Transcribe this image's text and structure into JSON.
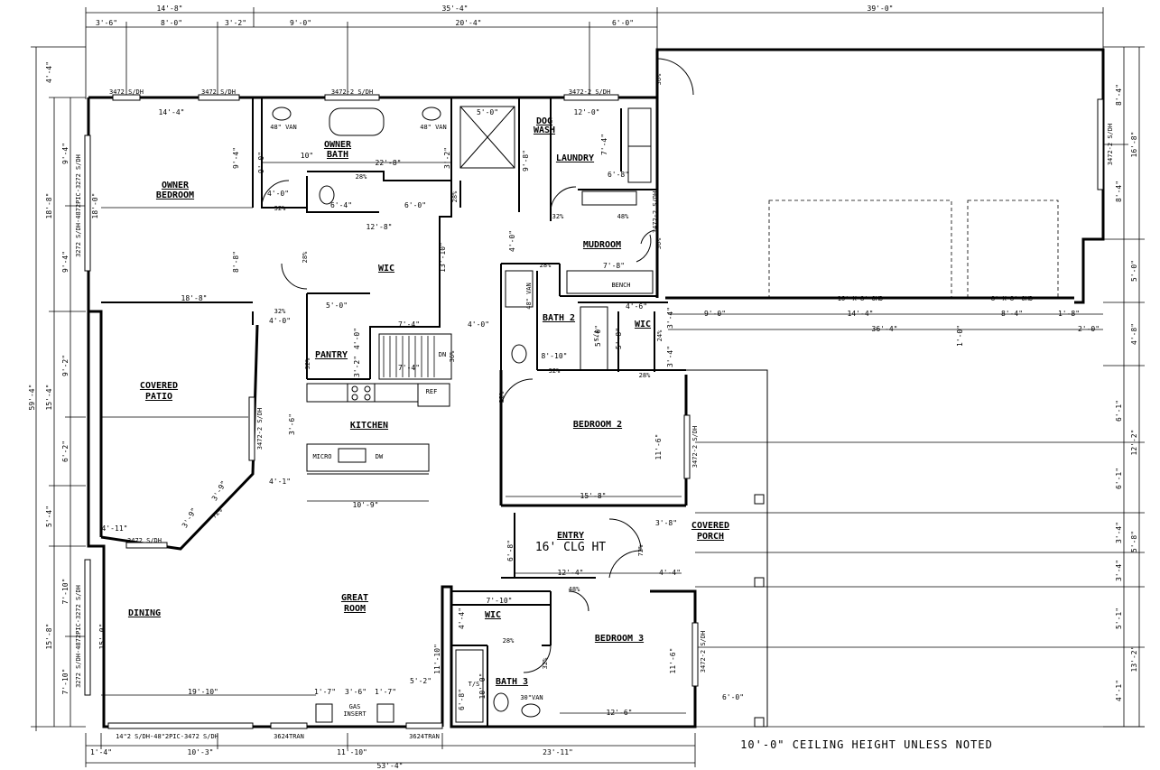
{
  "rooms": {
    "owner_bedroom": [
      "OWNER",
      "BEDROOM"
    ],
    "owner_bath": [
      "OWNER",
      "BATH"
    ],
    "laundry": "LAUNDRY",
    "dog_wash": [
      "DOG",
      "WASH"
    ],
    "wic_owner": "WIC",
    "mudroom": "MUDROOM",
    "bench": "BENCH",
    "pantry": "PANTRY",
    "kitchen": "KITCHEN",
    "covered_patio": [
      "COVERED",
      "PATIO"
    ],
    "bath_2": "BATH 2",
    "wic_2": "WIC",
    "bedroom_2": "BEDROOM 2",
    "entry": "ENTRY",
    "entry_ceiling": "16' CLG HT",
    "covered_porch": [
      "COVERED",
      "PORCH"
    ],
    "great_room": [
      "GREAT",
      "ROOM"
    ],
    "dining": "DINING",
    "wic_3": "WIC",
    "bath_3": "BATH 3",
    "bedroom_3": "BEDROOM 3"
  },
  "fixtures": {
    "ref": "REF",
    "micro": "MICRO",
    "dw": "DW",
    "van_48_a": "48\" VAN",
    "van_48_b": "48\" VAN",
    "van_48_c": "48\" VAN",
    "van_30": "30\"VAN",
    "ts_1": "T/S",
    "ts_2": "T/S",
    "gas_insert": [
      "GAS",
      "INSERT"
    ],
    "ohd_16": "16' X 8' OHD",
    "ohd_8": "8' X 8' OHD",
    "dn": "DN"
  },
  "windows": {
    "w1": "3472 S/DH",
    "w2": "3472 S/DH",
    "w3": "3472-2 S/DH",
    "w4": "3472-2 S/DH",
    "w5": "3472-2 S/DH",
    "w6": "3472-2 S/DH",
    "w7": "3472-2 S/DH",
    "w8": "3472-2 S/DH",
    "w9": "3472-2 S/DH",
    "w10": "3472 S/DH",
    "w11": "14\"2 S/DH-48\"2PIC-3472 S/DH",
    "w12": "3624TRAN",
    "w13": "3624TRAN",
    "w14": "3272 S/DH-4872PIC-3272 S/DH",
    "w15": "3272 S/DH-4872PIC-3272 S/DH"
  },
  "doors": {
    "d1": "32%",
    "d2": "28%",
    "d3": "28%",
    "d4": "32%",
    "d5": "48%",
    "d6": "36%",
    "d7": "36%",
    "d8": "28%",
    "d9": "32%",
    "d10": "28%",
    "d11": "32%",
    "d12": "32%",
    "d13": "24%",
    "d14": "28%",
    "d15": "72%",
    "d16": "48%",
    "d17": "28%",
    "d18": "32%",
    "d19": "36%",
    "d20": "28%",
    "d21": "32%",
    "d22": "28%",
    "d23": "72%"
  },
  "dims_top": {
    "a1": "14'-8\"",
    "a2": "35'-4\"",
    "a3": "39'-0\"",
    "b1": "3'-6\"",
    "b2": "8'-0\"",
    "b3": "3'-2\"",
    "b4": "9'-0\"",
    "b5": "20'-4\"",
    "b6": "6'-0\""
  },
  "dims_bottom": {
    "c1": "1'-4\"",
    "c2": "10'-3\"",
    "c3": "11'-10\"",
    "c4": "23'-11\"",
    "total": "53'-4\""
  },
  "dims_left": {
    "l_total": "59'-4\"",
    "l1": "4'-4\"",
    "l2": "18'-8\"",
    "l3": "15'-4\"",
    "l4": "5'-4\"",
    "l5": "15'-8\"",
    "l6": "9'-4\"",
    "l7": "9'-4\"",
    "l8": "9'-2\"",
    "l9": "6'-2\"",
    "l10": "7'-10\"",
    "l11": "7'-10\""
  },
  "dims_right": {
    "r1": "16'-8\"",
    "r2": "8'-4\"",
    "r3": "8'-4\"",
    "r4": "5'-0\"",
    "r5": "4'-8\"",
    "r6": "12'-2\"",
    "r7": "6'-1\"",
    "r8": "6'-1\"",
    "r9": "5'-8\"",
    "r10": "3'-4\"",
    "r11": "3'-4\"",
    "r12": "13'-2\"",
    "r13": "5'-1\"",
    "r14": "4'-1\""
  },
  "dims_inner": {
    "i1": "14'-4\"",
    "i2": "18'-0\"",
    "i3": "9'-4\"",
    "i4": "8'-8\"",
    "i5": "18'-8\"",
    "i6": "22'-8\"",
    "i7": "10\"",
    "i8": "5'-0\"",
    "i9": "12'-0\"",
    "i10": "7'-4\"",
    "i11": "6'-8\"",
    "i12": "6'-0\"",
    "i13": "12'-8\"",
    "i14": "13'-10\"",
    "i15": "4'-0\"",
    "i16": "4'-0\"",
    "i17": "6'-4\"",
    "i18": "9'-0\"",
    "i19": "3'-2\"",
    "i20": "9'-8\"",
    "i21": "4'-0\"",
    "i22": "7'-8\"",
    "i23": "5'-0\"",
    "i24": "7'-4\"",
    "i25": "4'-0\"",
    "i26": "7'-4\"",
    "i27": "8'-10\"",
    "i28": "5'-0\"",
    "i29": "4'-6\"",
    "i30": "5'-8\"",
    "i31": "9'-0\"",
    "i32": "14'-4\"",
    "i33": "36'-4\"",
    "i34": "8'-4\"",
    "i35": "1'-8\"",
    "i36": "2'-0\"",
    "i37": "1'-0\"",
    "i38": "3'-4\"",
    "i39": "3'-4\"",
    "i40": "11'-6\"",
    "i41": "15'-8\"",
    "i42": "6'-8\"",
    "i43": "12'-4\"",
    "i44": "3'-8\"",
    "i45": "4'-4\"",
    "i46": "11'-10\"",
    "i47": "7'-10\"",
    "i48": "4'-4\"",
    "i49": "5'-2\"",
    "i50": "19'-10\"",
    "i51": "1'-7\"",
    "i52": "3'-6\"",
    "i53": "1'-7\"",
    "i54": "15'-0\"",
    "i55": "4'-11\"",
    "i56": "4'-1\"",
    "i57": "10'-9\"",
    "i58": "3'-6\"",
    "i59": "3'-9\"",
    "i60": "3'-9\"",
    "i61": "11'-6\"",
    "i62": "12'-6\"",
    "i63": "6'-0\"",
    "i64": "6'-0\"",
    "i65": "4'-0\"",
    "i66": "3'-2\"",
    "i67": "6'-8\"",
    "i68": "10'-0\"",
    "i69": "4'-0\""
  },
  "notes": {
    "ceiling": "10'-0\" CEILING HEIGHT UNLESS NOTED"
  }
}
